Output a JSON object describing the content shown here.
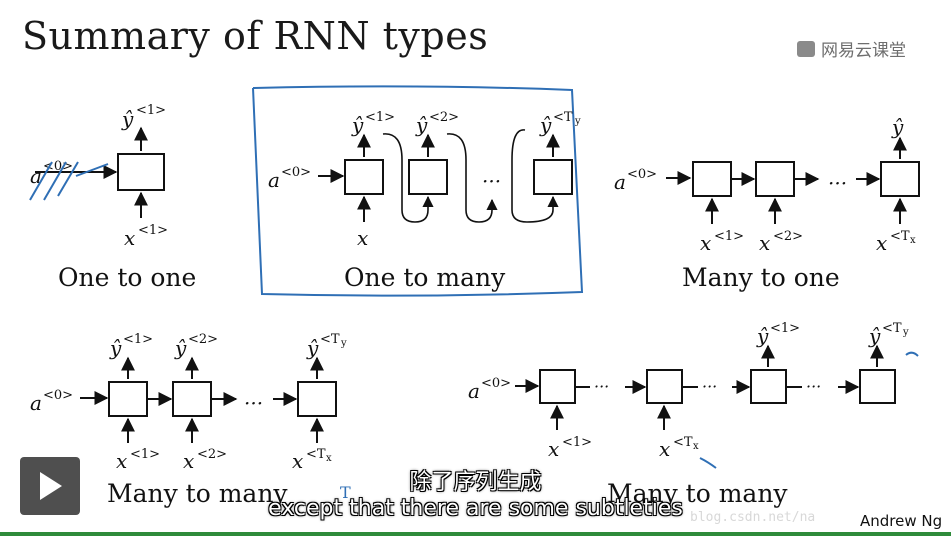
{
  "title": "Summary of RNN types",
  "logo_text": "网易云课堂",
  "captions": {
    "one_to_one": "One to one",
    "one_to_many": "One to many",
    "many_to_one": "Many to one",
    "many_to_many_1": "Many to many",
    "many_to_many_2": "Many to many"
  },
  "labels": {
    "a0": "a",
    "a0_sup": "<0>",
    "y": "ŷ",
    "x": "x",
    "sup1": "<1>",
    "sup2": "<2>",
    "supTy": "<T",
    "supTy_sub": "y",
    "supTx": "<T",
    "supTx_sub": "x",
    "ellipsis": "···"
  },
  "subtitle_cn": "除了序列生成",
  "subtitle_en": "except that there are some subtleties",
  "author": "Andrew Ng",
  "watermark": "blog.csdn.net/na",
  "handwriting": "T",
  "colors": {
    "ink": "#111111",
    "pen": "#2f6fb5",
    "bar": "#2e8b3a"
  }
}
